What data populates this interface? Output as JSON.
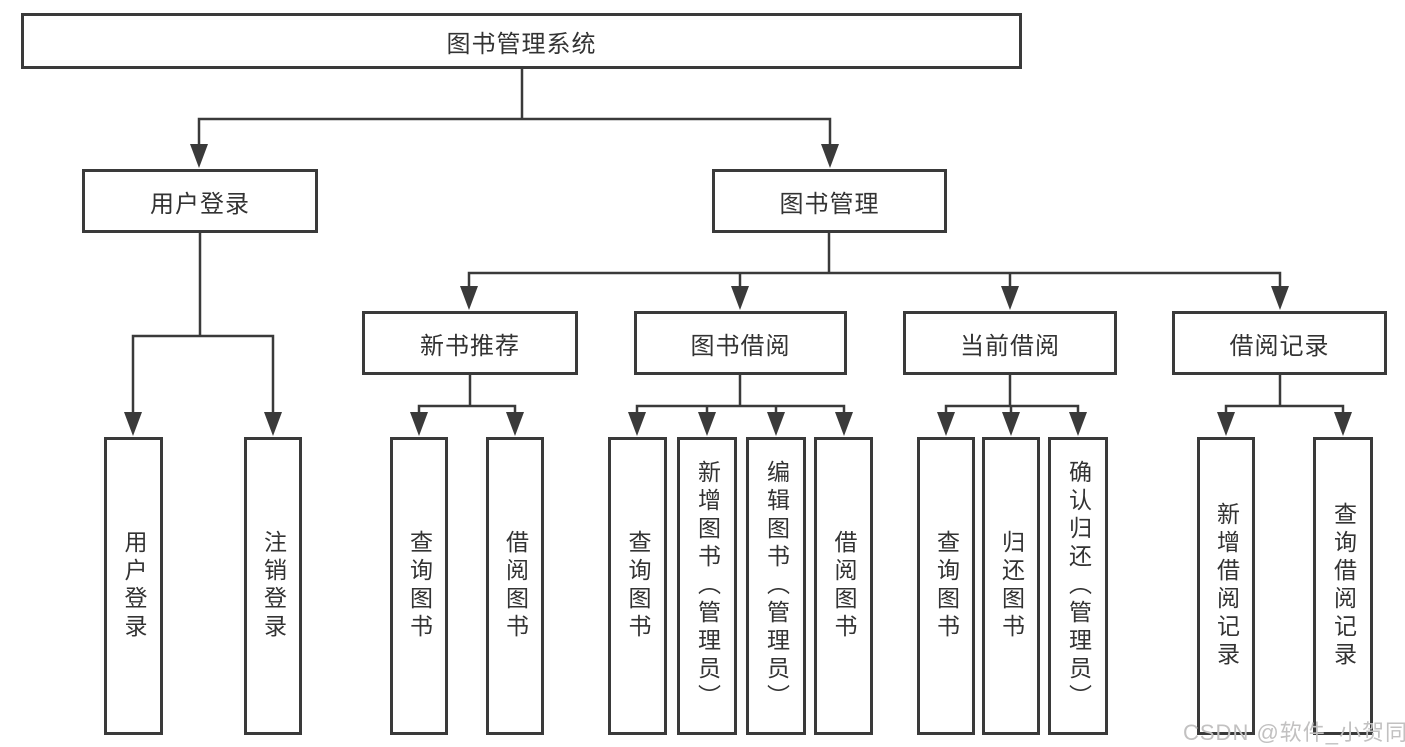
{
  "diagram": {
    "tree": {
      "root": {
        "label": "图书管理系统",
        "children": [
          {
            "label": "用户登录",
            "children": [
              {
                "label": "用户登录"
              },
              {
                "label": "注销登录"
              }
            ]
          },
          {
            "label": "图书管理",
            "children": [
              {
                "label": "新书推荐",
                "children": [
                  {
                    "label": "查询图书"
                  },
                  {
                    "label": "借阅图书"
                  }
                ]
              },
              {
                "label": "图书借阅",
                "children": [
                  {
                    "label": "查询图书"
                  },
                  {
                    "label": "新增图书（管理员）"
                  },
                  {
                    "label": "编辑图书（管理员）"
                  },
                  {
                    "label": "借阅图书"
                  }
                ]
              },
              {
                "label": "当前借阅",
                "children": [
                  {
                    "label": "查询图书"
                  },
                  {
                    "label": "归还图书"
                  },
                  {
                    "label": "确认归还（管理员）"
                  }
                ]
              },
              {
                "label": "借阅记录",
                "children": [
                  {
                    "label": "新增借阅记录"
                  },
                  {
                    "label": "查询借阅记录"
                  }
                ]
              }
            ]
          }
        ]
      }
    },
    "line_color": "#3a3a3a",
    "text_color": "#333333",
    "watermark": {
      "text": "CSDN @软件_小贺同学",
      "color": "#c2c1c1"
    }
  }
}
